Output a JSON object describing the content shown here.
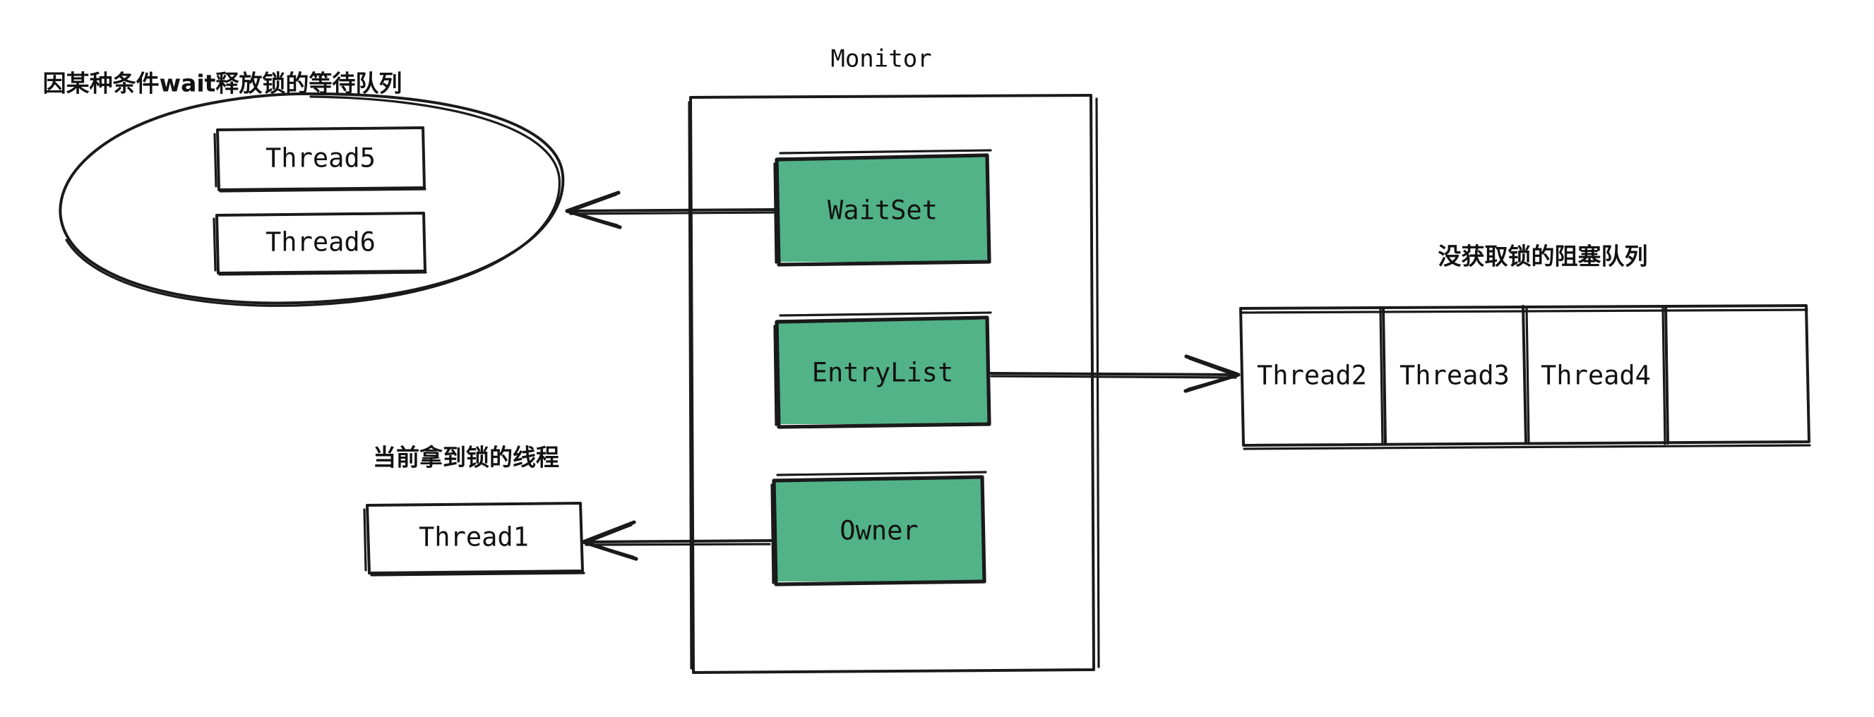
{
  "diagram": {
    "title": "Monitor",
    "monitor": {
      "label": "Monitor",
      "fields": [
        {
          "name": "waitset",
          "label": "WaitSet",
          "color": "#52b389"
        },
        {
          "name": "entrylist",
          "label": "EntryList",
          "color": "#52b389"
        },
        {
          "name": "owner",
          "label": "Owner",
          "color": "#52b389"
        }
      ]
    },
    "wait_queue": {
      "caption": "因某种条件wait释放锁的等待队列",
      "threads": [
        "Thread5",
        "Thread6"
      ]
    },
    "owner_thread": {
      "caption": "当前拿到锁的线程",
      "thread": "Thread1"
    },
    "blocked_queue": {
      "caption": "没获取锁的阻塞队列",
      "cells": [
        "Thread2",
        "Thread3",
        "Thread4",
        ""
      ]
    },
    "arrows": [
      {
        "name": "waitset-to-wait-queue",
        "direction": "left"
      },
      {
        "name": "entrylist-to-blocked-queue",
        "direction": "right"
      },
      {
        "name": "owner-to-thread1",
        "direction": "left"
      }
    ],
    "colors": {
      "stroke": "#1a1a1a",
      "green": "#52b389",
      "background": "#ffffff"
    }
  }
}
